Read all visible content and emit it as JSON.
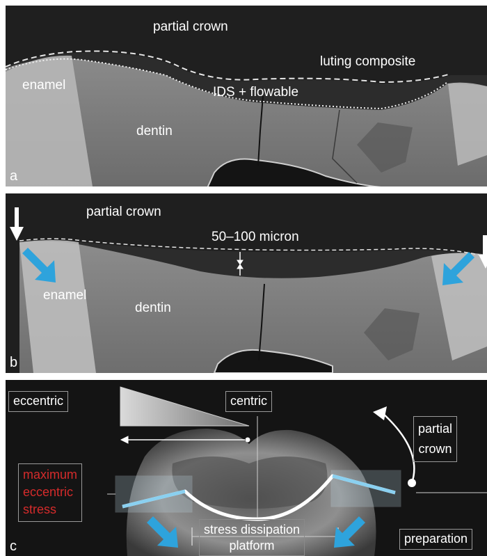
{
  "panel_a": {
    "letter": "a",
    "labels": {
      "partial_crown": "partial crown",
      "luting_composite": "luting composite",
      "enamel": "enamel",
      "ids_flowable": "IDS + flowable",
      "dentin": "dentin"
    }
  },
  "panel_b": {
    "letter": "b",
    "labels": {
      "partial_crown": "partial crown",
      "thickness": "50–100 micron",
      "enamel": "enamel",
      "dentin": "dentin"
    }
  },
  "panel_c": {
    "letter": "c",
    "labels": {
      "eccentric": "eccentric",
      "centric": "centric",
      "partial_crown_line1": "partial",
      "partial_crown_line2": "crown",
      "max_stress_line1": "maximum",
      "max_stress_line2": "eccentric",
      "max_stress_line3": "stress",
      "stress_line1": "stress dissipation",
      "stress_line2": "platform",
      "preparation": "preparation"
    }
  },
  "colors": {
    "background": "#1c1c1c",
    "tooth_light": "#9c9c9c",
    "arrow_blue": "#2ea3dc",
    "stress_red": "#d42b2b"
  }
}
